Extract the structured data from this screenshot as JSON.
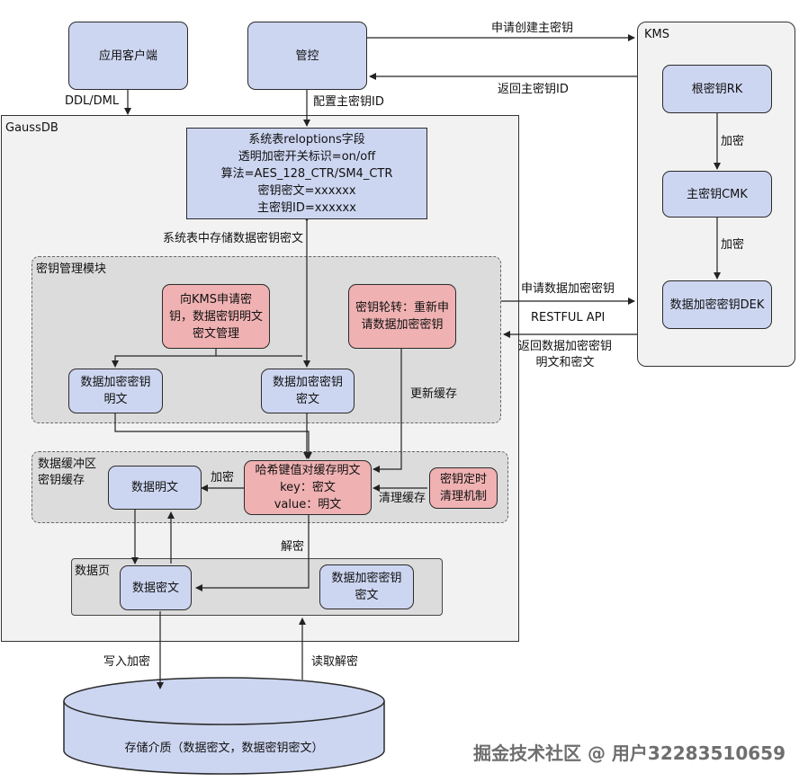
{
  "nodes": {
    "app_client": "应用客户端",
    "control": "管控",
    "kms_title": "KMS",
    "root_key": "根密钥RK",
    "master_key": "主密钥CMK",
    "dek": "数据加密密钥DEK",
    "gaussdb_title": "GaussDB",
    "systable": [
      "系统表reloptions字段",
      "透明加密开关标识=on/off",
      "算法=AES_128_CTR/SM4_CTR",
      "密钥密文=xxxxxx",
      "主密钥ID=xxxxxx"
    ],
    "key_mgmt_title": "密钥管理模块",
    "request_kms": [
      "向KMS申请密",
      "钥，数据密钥明文",
      "密文管理"
    ],
    "key_rotation": [
      "密钥轮转：重新申",
      "请数据加密密钥"
    ],
    "dek_plain": [
      "数据加密密钥",
      "明文"
    ],
    "dek_cipher": [
      "数据加密密钥",
      "密文"
    ],
    "buffer_title": [
      "数据缓冲区",
      "密钥缓存"
    ],
    "data_plain": "数据明文",
    "hash_cache": [
      "哈希键值对缓存明文",
      "key：密文",
      "value：明文"
    ],
    "key_timer": [
      "密钥定时",
      "清理机制"
    ],
    "data_page_title": "数据页",
    "data_cipher": "数据密文",
    "page_dek_cipher": [
      "数据加密密钥",
      "密文"
    ],
    "storage": "存储介质（数据密文，数据密钥密文）"
  },
  "edges": {
    "apply_cmk": "申请创建主密钥",
    "return_cmk": "返回主密钥ID",
    "ddl_dml": "DDL/DML",
    "config_cmk": "配置主密钥ID",
    "encrypt1": "加密",
    "encrypt2": "加密",
    "store_dek_cipher": "系统表中存储数据密钥密文",
    "apply_dek": "申请数据加密密钥",
    "restful": "RESTFUL API",
    "return_dek": [
      "返回数据加密密钥",
      "明文和密文"
    ],
    "update_cache": "更新缓存",
    "encrypt3": "加密",
    "clean_cache": "清理缓存",
    "decrypt": "解密",
    "write_encrypt": "写入加密",
    "read_decrypt": "读取解密"
  },
  "watermark": "掘金技术社区 @ 用户32283510659"
}
